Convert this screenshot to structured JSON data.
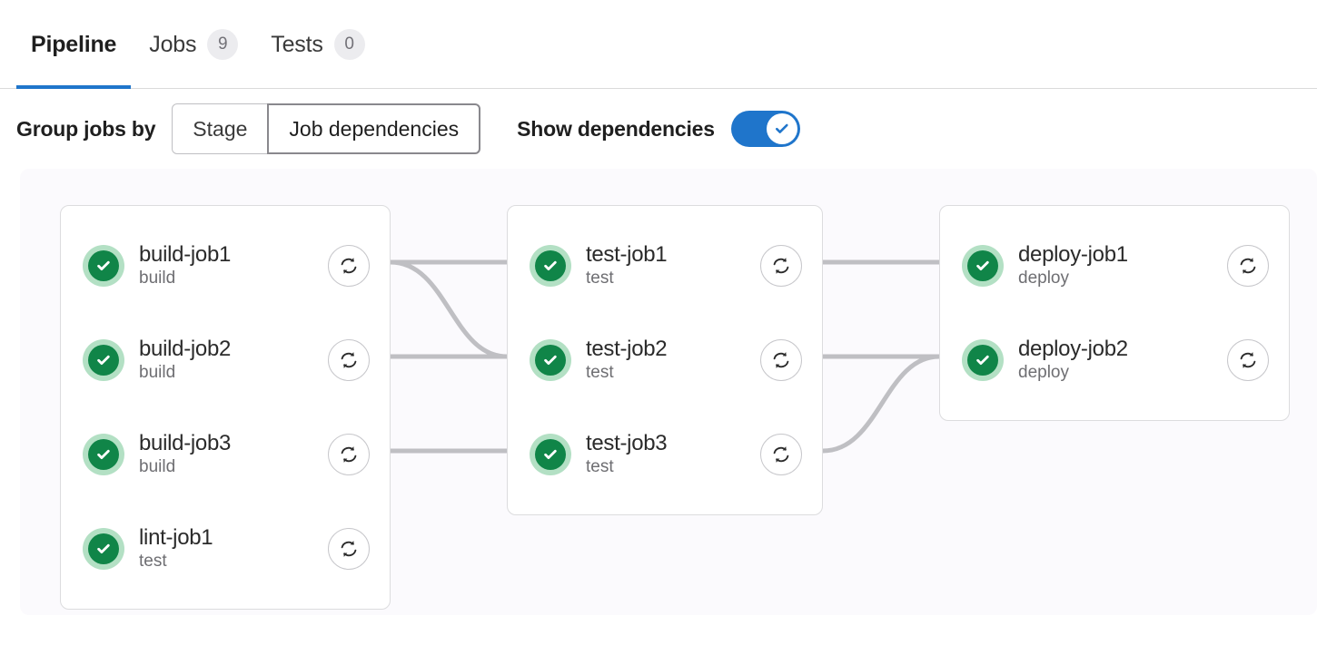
{
  "tabs": [
    {
      "label": "Pipeline",
      "badge": null,
      "active": true
    },
    {
      "label": "Jobs",
      "badge": "9",
      "active": false
    },
    {
      "label": "Tests",
      "badge": "0",
      "active": false
    }
  ],
  "controls": {
    "group_jobs_label": "Group jobs by",
    "segments": [
      {
        "label": "Stage",
        "selected": false
      },
      {
        "label": "Job dependencies",
        "selected": true
      }
    ],
    "show_dependencies_label": "Show dependencies",
    "show_dependencies_on": true,
    "toggle_icon": "check-icon"
  },
  "icons": {
    "status": "status-success-icon",
    "retry": "retry-icon"
  },
  "colors": {
    "accent": "#1f75cb",
    "success": "#108548",
    "success_halo": "#b3e0c4",
    "panel_bg": "#fbfafd",
    "card_border": "#dcdcde",
    "edge": "#bfbfc3",
    "badge_bg": "#ececef",
    "text_primary": "#2b2b2b",
    "text_muted": "#6e6e72"
  },
  "pipeline": {
    "columns": [
      {
        "name": "column-1",
        "jobs": [
          {
            "name": "build-job1",
            "stage": "build",
            "status": "success"
          },
          {
            "name": "build-job2",
            "stage": "build",
            "status": "success"
          },
          {
            "name": "build-job3",
            "stage": "build",
            "status": "success"
          },
          {
            "name": "lint-job1",
            "stage": "test",
            "status": "success"
          }
        ]
      },
      {
        "name": "column-2",
        "jobs": [
          {
            "name": "test-job1",
            "stage": "test",
            "status": "success"
          },
          {
            "name": "test-job2",
            "stage": "test",
            "status": "success"
          },
          {
            "name": "test-job3",
            "stage": "test",
            "status": "success"
          }
        ]
      },
      {
        "name": "column-3",
        "jobs": [
          {
            "name": "deploy-job1",
            "stage": "deploy",
            "status": "success"
          },
          {
            "name": "deploy-job2",
            "stage": "deploy",
            "status": "success"
          }
        ]
      }
    ]
  }
}
